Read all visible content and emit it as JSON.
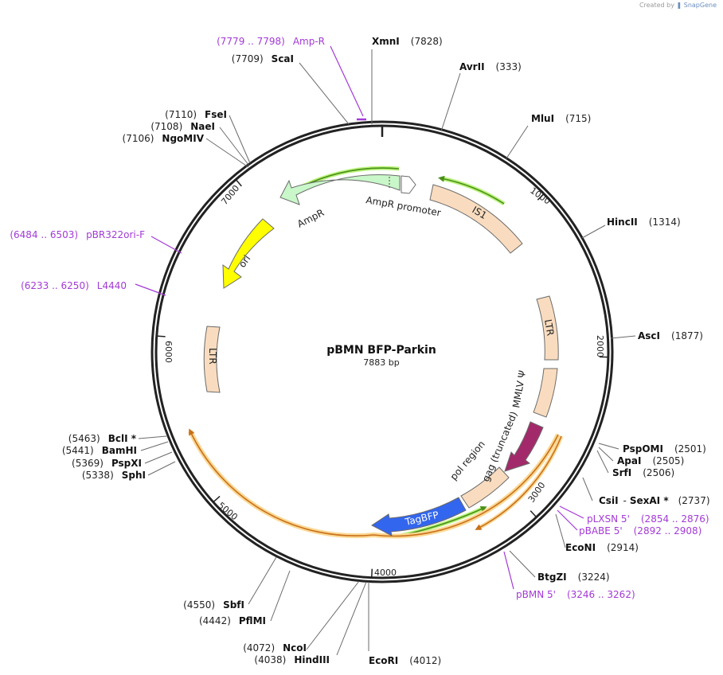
{
  "credit": {
    "prefix": "Created by",
    "brand": "SnapGene"
  },
  "map": {
    "name": "pBMN BFP-Parkin",
    "size": "7883 bp"
  },
  "ticks": [
    "1000",
    "2000",
    "3000",
    "4000",
    "5000",
    "6000",
    "7000"
  ],
  "features": [
    {
      "label": "AmpR",
      "color": "#c9f7c9"
    },
    {
      "label": "AmpR promoter",
      "color": "#ffffff"
    },
    {
      "label": "IS1",
      "color": "#f9dcbf"
    },
    {
      "label": "ori",
      "color": "#ffff00"
    },
    {
      "label": "LTR",
      "color": "#f9dcbf"
    },
    {
      "label": "LTR",
      "color": "#f9dcbf"
    },
    {
      "label": "MMLV Ψ",
      "color": "#f9dcbf"
    },
    {
      "label": "gag (truncated)",
      "color": "#a32a6a"
    },
    {
      "label": "pol region",
      "color": "#f9dcbf"
    },
    {
      "label": "TagBFP",
      "color": "#3366ee"
    }
  ],
  "sites": [
    {
      "name": "XmnI",
      "pos": "(7828)"
    },
    {
      "name": "AvrII",
      "pos": "(333)"
    },
    {
      "name": "MluI",
      "pos": "(715)"
    },
    {
      "name": "HincII",
      "pos": "(1314)"
    },
    {
      "name": "AscI",
      "pos": "(1877)"
    },
    {
      "name": "PspOMI",
      "pos": "(2501)"
    },
    {
      "name": "ApaI",
      "pos": "(2505)"
    },
    {
      "name": "SrfI",
      "pos": "(2506)"
    },
    {
      "name": "CsiI",
      "sep": "-",
      "name2": "SexAI *",
      "pos": "(2737)"
    },
    {
      "name": "EcoNI",
      "pos": "(2914)"
    },
    {
      "name": "BtgZI",
      "pos": "(3224)"
    },
    {
      "name": "EcoRI",
      "pos": "(4012)"
    },
    {
      "name": "HindIII",
      "pos": "(4038)"
    },
    {
      "name": "NcoI",
      "pos": "(4072)"
    },
    {
      "name": "PflMI",
      "pos": "(4442)"
    },
    {
      "name": "SbfI",
      "pos": "(4550)"
    },
    {
      "name": "SphI",
      "pos": "(5338)"
    },
    {
      "name": "PspXI",
      "pos": "(5369)"
    },
    {
      "name": "BamHI",
      "pos": "(5441)"
    },
    {
      "name": "BclI *",
      "pos": "(5463)"
    },
    {
      "name": "NgoMIV",
      "pos": "(7106)"
    },
    {
      "name": "NaeI",
      "pos": "(7108)"
    },
    {
      "name": "FseI",
      "pos": "(7110)"
    },
    {
      "name": "ScaI",
      "pos": "(7709)"
    }
  ],
  "primers": [
    {
      "name": "Amp-R",
      "range": "(7779 .. 7798)"
    },
    {
      "name": "pBR322ori-F",
      "range": "(6484 .. 6503)"
    },
    {
      "name": "L4440",
      "range": "(6233 .. 6250)"
    },
    {
      "name": "pLXSN 5'",
      "range": "(2854 .. 2876)"
    },
    {
      "name": "pBABE 5'",
      "range": "(2892 .. 2908)"
    },
    {
      "name": "pBMN 5'",
      "range": "(3246 .. 3262)"
    }
  ]
}
